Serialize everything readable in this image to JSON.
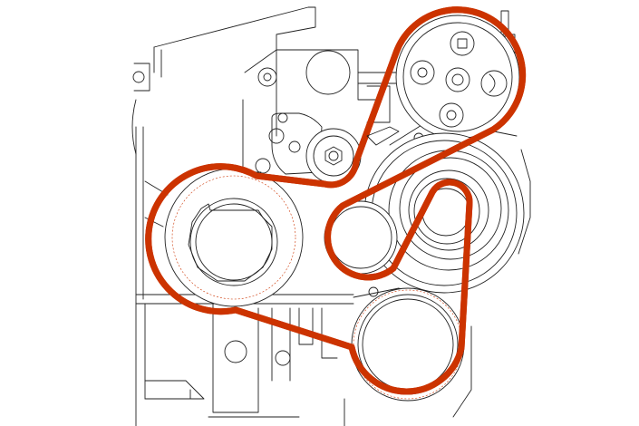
{
  "diagram": {
    "type": "engine accessory drive belt routing (line drawing)",
    "colors": {
      "belt": "#cc3300",
      "belt_inner": "#ffffff",
      "lines": "#222222",
      "background": "#ffffff"
    },
    "components": [
      {
        "id": "power-steering-pump-pulley",
        "icon": "multi-bolt-pulley"
      },
      {
        "id": "belt-tensioner",
        "icon": "tensioner-pulley"
      },
      {
        "id": "crankshaft-pulley",
        "icon": "large-pulley"
      },
      {
        "id": "idler-pulley",
        "icon": "plain-pulley"
      },
      {
        "id": "water-pump-pulley",
        "icon": "ribbed-pulley"
      },
      {
        "id": "alternator-pulley",
        "icon": "plain-pulley"
      }
    ],
    "belt_route_order": [
      "power-steering-pump-pulley",
      "belt-tensioner",
      "crankshaft-pulley",
      "alternator-pulley",
      "water-pump-pulley",
      "idler-pulley"
    ]
  }
}
